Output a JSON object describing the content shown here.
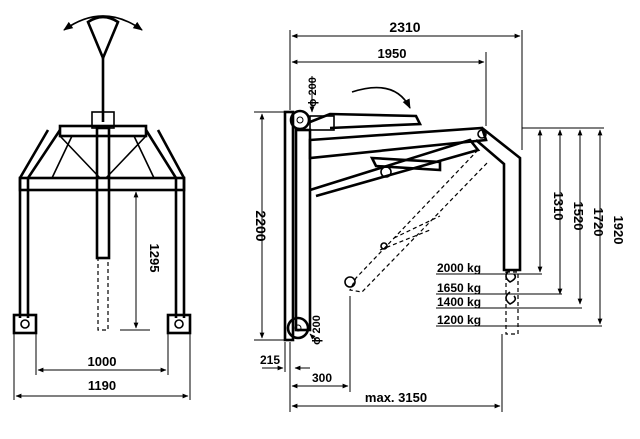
{
  "front_view": {
    "dim_width_inner": "1000",
    "dim_width_outer": "1190",
    "dim_height": "1295"
  },
  "side_view": {
    "dim_total_length": "2310",
    "dim_boom_length": "1950",
    "dim_mast_height": "2200",
    "dim_wheel_top": "ϕ 200",
    "dim_wheel_bottom": "ϕ 200",
    "dim_base_offset": "215",
    "dim_base_length": "300",
    "dim_max_reach": "max. 3150",
    "dim_h1": "1310",
    "dim_h2": "1520",
    "dim_h3": "1720",
    "dim_h4": "1920",
    "loads": [
      "2000 kg",
      "1650 kg",
      "1400 kg",
      "1200 kg"
    ]
  }
}
